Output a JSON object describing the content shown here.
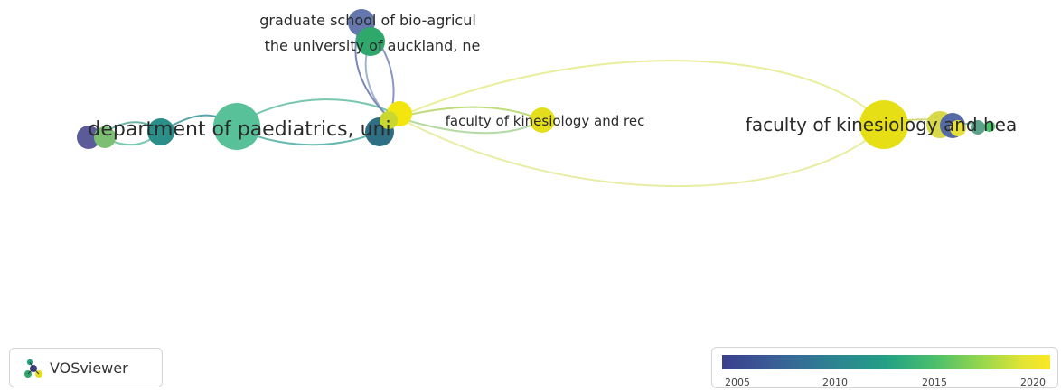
{
  "network": {
    "labels": [
      "graduate school of bio-agricul",
      "the university of auckland, ne",
      "department of paediatrics, uni",
      "faculty of kinesiology and rec",
      "faculty of kinesiology and hea"
    ]
  },
  "overlay_scale": {
    "ticks": [
      "2005",
      "2010",
      "2015",
      "2020"
    ],
    "colors": [
      "#3b3f8c",
      "#2f7f93",
      "#24a085",
      "#9bd84a",
      "#fde725"
    ]
  },
  "logo": {
    "text": "VOSviewer",
    "icon": "vosviewer-logo-icon"
  }
}
